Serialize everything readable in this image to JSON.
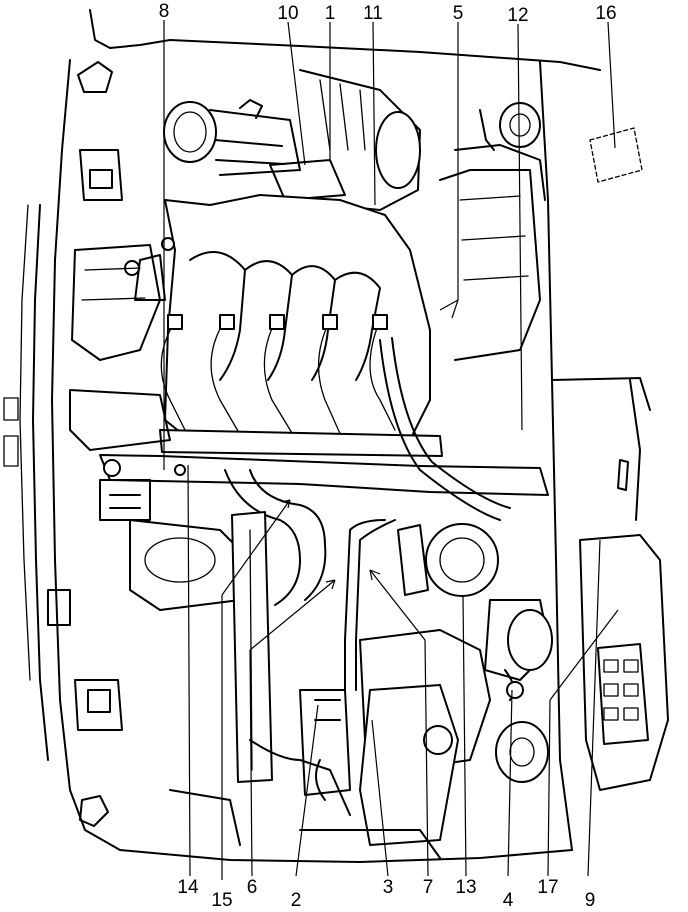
{
  "callouts_top": [
    "8",
    "10",
    "1",
    "11",
    "5",
    "12",
    "16"
  ],
  "callouts_bottom": [
    "14",
    "15",
    "6",
    "2",
    "3",
    "7",
    "13",
    "4",
    "17",
    "9"
  ]
}
